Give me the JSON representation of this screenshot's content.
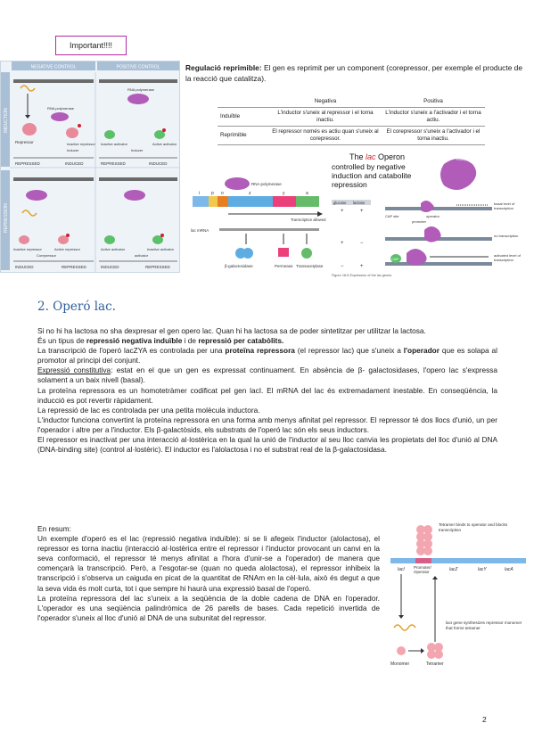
{
  "important_label": "Important!!!!",
  "figure_left": {
    "col_negative": "NEGATIVE CONTROL",
    "col_positive": "POSITIVE CONTROL",
    "row_induction": "INDUCTION",
    "row_repression": "REPRESSION",
    "rna_polymerase": "RNA polymerase",
    "repressor": "Repressor",
    "inactive_repressor": "Inactive repressor",
    "inducer": "Inducer",
    "inactive_activator": "Inactive activator",
    "active_activator": "Active activator",
    "repressed": "REPRESSED",
    "induced": "INDUCED",
    "active_repressor": "Active repressor",
    "corepressor": "Corepressor",
    "activator": "activator"
  },
  "regulacio": {
    "heading": "Regulació reprimible:",
    "text": " El gen es reprimit per un component (corepressor, per exemple el producte de la reacció que catalitza)."
  },
  "table": {
    "headers": [
      "",
      "Negativa",
      "Positiva"
    ],
    "rows": [
      [
        "Induïble",
        "L'inductor s'uneix al repressor i el torna inactiu.",
        "L'inductor s'uneix a l'activador i el torna actiu."
      ],
      [
        "Reprimible",
        "El repressor només es actiu quan s'uneix al corepressor.",
        "El corepressor s'uneix a l'activador i el torna inactiu."
      ]
    ]
  },
  "figure_mid": {
    "rna_polymerase": "RNA polymerase",
    "labels": [
      "i",
      "p",
      "o",
      "z",
      "y",
      "a"
    ],
    "transcription": "Transcription allowed",
    "lac_mrna": "lac mRNA",
    "products": [
      "β-galactosidase",
      "Permease",
      "Transacetylase"
    ]
  },
  "figure_right": {
    "title_pre": "The ",
    "title_lac": "lac",
    "title_operon": " Operon",
    "title_rest": "controlled by negative induction and catabolite repression",
    "glucose": "glucose",
    "lactose": "lactose",
    "rows": [
      [
        "+",
        "+"
      ],
      [
        "+",
        "−"
      ],
      [
        "−",
        "+"
      ]
    ],
    "rna_polymerase": "RNA polymerase",
    "basal": "basal level of transcription",
    "none": "no transcription",
    "activated": "activated level of transcription",
    "cap_site": "CAP site",
    "operator": "operator",
    "promoter": "promoter",
    "cap": "CAP",
    "caption": "Figure 18-6 Expression of the lac genes."
  },
  "section_title": "2. Operó lac.",
  "body": {
    "p1": "Si no hi ha lactosa no sha dexpresar el gen opero lac. Quan hi ha lactosa sa de poder sintetitzar per utilitzar la lactosa.",
    "p2_pre": "És un tipus de ",
    "p2_b1": "repressió negativa induïble",
    "p2_mid": " i de ",
    "p2_b2": "repressió per catabòlits.",
    "p3_pre": "La transcripció de l'operó lacZYA es controlada per una ",
    "p3_b1": "proteïna repressora",
    "p3_mid": " (el repressor lac) que s'uneix a ",
    "p3_b2": "l'operador",
    "p3_post": " que es solapa al promotor al principi del conjunt.",
    "p4_u": "Expressió constitutiva",
    "p4_post": ": estat en el que un gen es expressat continuament. En absència de β- galactosidases, l'opero lac s'expressa solament a un baix nivell (basal).",
    "p5": "La proteïna repressora es un homotetràmer codificat pel gen lacI. El mRNA del lac és extremadament inestable. En conseqüència, la inducció es pot revertir ràpidament.",
    "p6": "La repressió de lac es controlada per una petita molècula inductora.",
    "p7": "L'inductor funciona convertint la proteïna repressora en una forma amb menys afinitat pel repressor. El repressor té dos llocs d'unió, un per l'operador i altre per a l'inductor. Els β-galactòsids, els substrats de l'operó lac són els seus inductors.",
    "p8": "El repressor es inactivat per una interacció al·lostèrica en la qual la unió de l'inductor al seu lloc canvia les propietats del lloc d'unió al DNA (DNA-binding site) (control al·lostèric). El inductor es l'alolactosa i no el substrat real de la β-galactosidasa."
  },
  "resum": {
    "heading": "En resum:",
    "p1": "Un exemple d'operó es el lac (repressió negativa induïble): si se li afegeix l'inductor (alolactosa), el repressor es torna inactiu (interacció al·lostèrica entre el repressor i l'inductor provocant un canvi en la seva conformació, el repressor té menys afinitat a l'hora d'unir-se a l'operador) de manera que començarà la transcripció. Però, a l'esgotar-se (quan no queda alolactosa), el repressor inhibeix la transcripció i s'observa un caiguda en picat de la quantitat de RNAm en la cèl·lula, això és degut a que la seva vida és molt curta, tot i que sempre hi haurà una expressió basal de l'operó.",
    "p2": "La proteïna repressora del lac s'uneix a la seqüència de la doble cadena de DNA en l'operador. L'operador es una seqüència palindròmica de 26 parells de bases. Cada repetició invertida de l'operador s'uneix al lloc d'unió al DNA de una subunitat del repressor."
  },
  "figure_tetramer": {
    "top_label": "Tetramer binds to operator and blocks transcription",
    "laci": "lacI",
    "promoter_operator": "Promoter/ Operator",
    "lacz": "lacZ",
    "lacy": "lacY",
    "laca": "lacA",
    "synth": "lacI gene synthesizes repressor monomer that forms tetramer",
    "monomer": "Monomer",
    "tetramer": "Tetramer"
  },
  "page_number": "2",
  "colors": {
    "accent": "#2e5c9a",
    "important_border": "#b02ca0",
    "repressor": "#e98a9a",
    "activator": "#5cbf6a",
    "polymerase": "#b05cb8"
  }
}
